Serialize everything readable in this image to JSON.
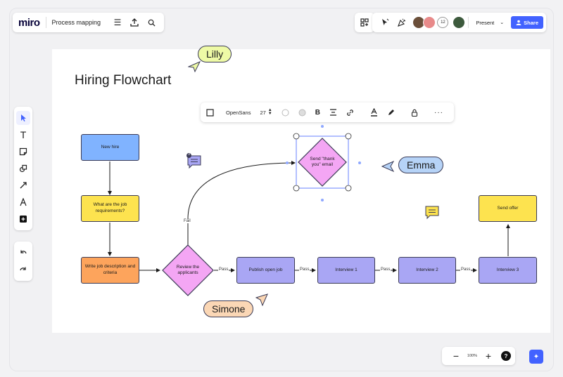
{
  "app": {
    "logo": "miro",
    "board_name": "Process mapping",
    "icons": [
      "menu-icon",
      "upload-icon",
      "search-icon"
    ]
  },
  "topright": {
    "collaborator_count": "12",
    "present_label": "Present",
    "share_label": "Share",
    "colors": {
      "share": "#4262ff"
    }
  },
  "toolbar_left": [
    "select-tool",
    "text-tool",
    "sticky-note-tool",
    "shapes-tool",
    "connector-tool",
    "pen-tool",
    "more-tools"
  ],
  "format_toolbar": {
    "font": "OpenSans",
    "size": "27"
  },
  "board": {
    "title": "Hiring Flowchart",
    "nodes": {
      "new_hire": "New hire",
      "job_requirements": "What are the job requirements?",
      "write_description": "Write job description and criteria",
      "review": "Review the applicants",
      "publish": "Publish open job",
      "interview1": "Interview 1",
      "interview2": "Interview 2",
      "interview3": "Interview 3",
      "send_offer": "Send offer",
      "send_thanks": "Send \"thank you\" email"
    },
    "edge_labels": {
      "fail": "Fail",
      "pass1": "Pass",
      "pass2": "Pass",
      "pass3": "Pass",
      "pass4": "Pass"
    },
    "comment_badge": "3",
    "cursors": {
      "lilly": "Lilly",
      "emma": "Emma",
      "simone": "Simone"
    },
    "colors": {
      "blue": "#80b3ff",
      "yellow": "#fde34f",
      "orange": "#fda45c",
      "pink": "#f4a6f4",
      "purple": "#a9a6f4",
      "lilly": "#eefaa6",
      "emma": "#b6d3f7",
      "simone": "#fbd7b5"
    }
  },
  "zoom": {
    "level": "100%"
  }
}
